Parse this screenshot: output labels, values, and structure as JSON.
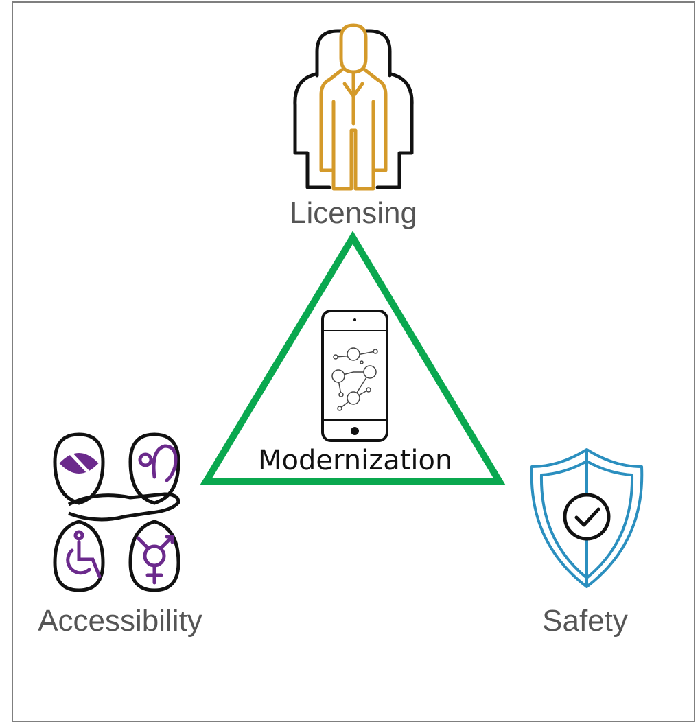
{
  "diagram": {
    "center": {
      "label": "Modernization",
      "color": "#0aa84f"
    },
    "nodes": [
      {
        "id": "licensing",
        "label": "Licensing",
        "icon": "people-group-icon",
        "color": "#d49a2a"
      },
      {
        "id": "accessibility",
        "label": "Accessibility",
        "icon": "accessibility-icons",
        "color": "#6b2a8c"
      },
      {
        "id": "safety",
        "label": "Safety",
        "icon": "shield-check-icon",
        "color": "#2b8fbf"
      }
    ]
  }
}
